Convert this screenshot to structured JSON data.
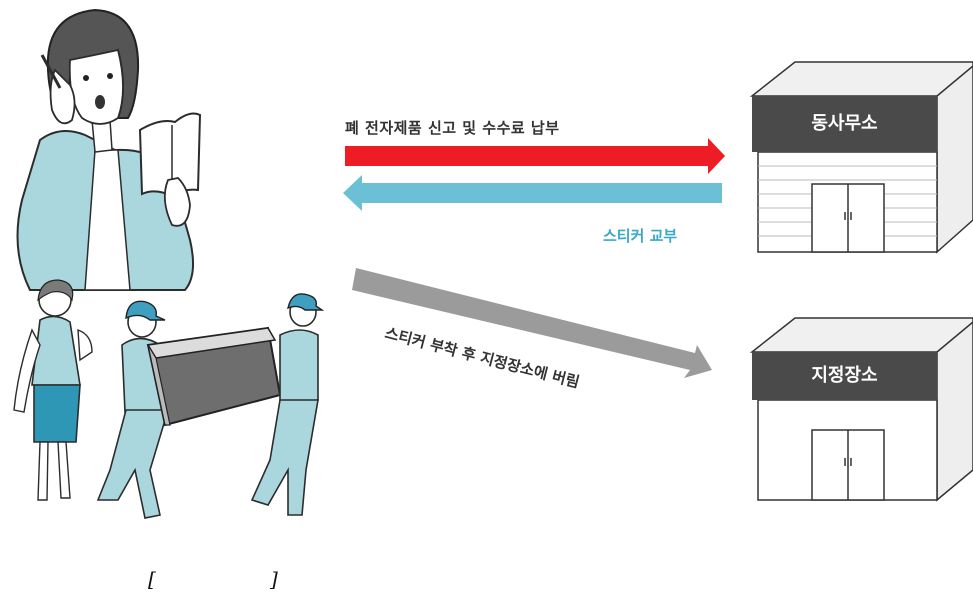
{
  "arrows": {
    "red_label": "폐 전자제품 신고 및 수수료 납부",
    "blue_label": "스티커 교부",
    "gray_label": "스티커 부착 후 지정장소에 버림"
  },
  "buildings": {
    "top_sign": "동사무소",
    "bottom_sign": "지정장소"
  },
  "caption": {
    "left": "[",
    "right": "]"
  },
  "colors": {
    "red_arrow": "#ee1c24",
    "blue_arrow": "#6cc0d6",
    "gray_arrow": "#9b9b9b",
    "figure": "#a9d7dd",
    "sign": "#4a4a4a"
  }
}
